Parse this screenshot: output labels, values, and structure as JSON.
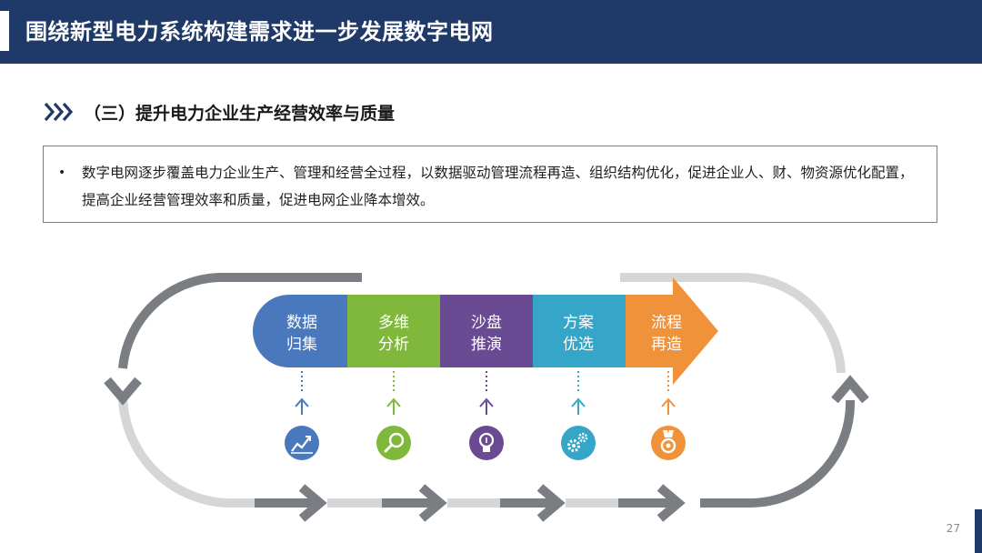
{
  "header": {
    "title": "围绕新型电力系统构建需求进一步发展数字电网"
  },
  "section": {
    "title": "（三）提升电力企业生产经营效率与质量"
  },
  "bullet": {
    "marker": "•",
    "text": "数字电网逐步覆盖电力企业生产、管理和经营全过程，以数据驱动管理流程再造、组织结构优化，促进企业人、财、物资源优化配置，提高企业经营管理效率和质量，促进电网企业降本增效。"
  },
  "steps": [
    {
      "line1": "数据",
      "line2": "归集",
      "color": "#4a78bd",
      "icon": "chart-icon"
    },
    {
      "line1": "多维",
      "line2": "分析",
      "color": "#7fb83a",
      "icon": "magnifier-icon"
    },
    {
      "line1": "沙盘",
      "line2": "推演",
      "color": "#6a4a92",
      "icon": "lightbulb-icon"
    },
    {
      "line1": "方案",
      "line2": "优选",
      "color": "#36a6c8",
      "icon": "gears-icon"
    },
    {
      "line1": "流程",
      "line2": "再造",
      "color": "#f0923a",
      "icon": "medal-icon"
    }
  ],
  "colors": {
    "header": "#1f3a68",
    "loop_dark": "#7a7d81",
    "loop_light": "#d4d6d8"
  },
  "page_number": "27"
}
